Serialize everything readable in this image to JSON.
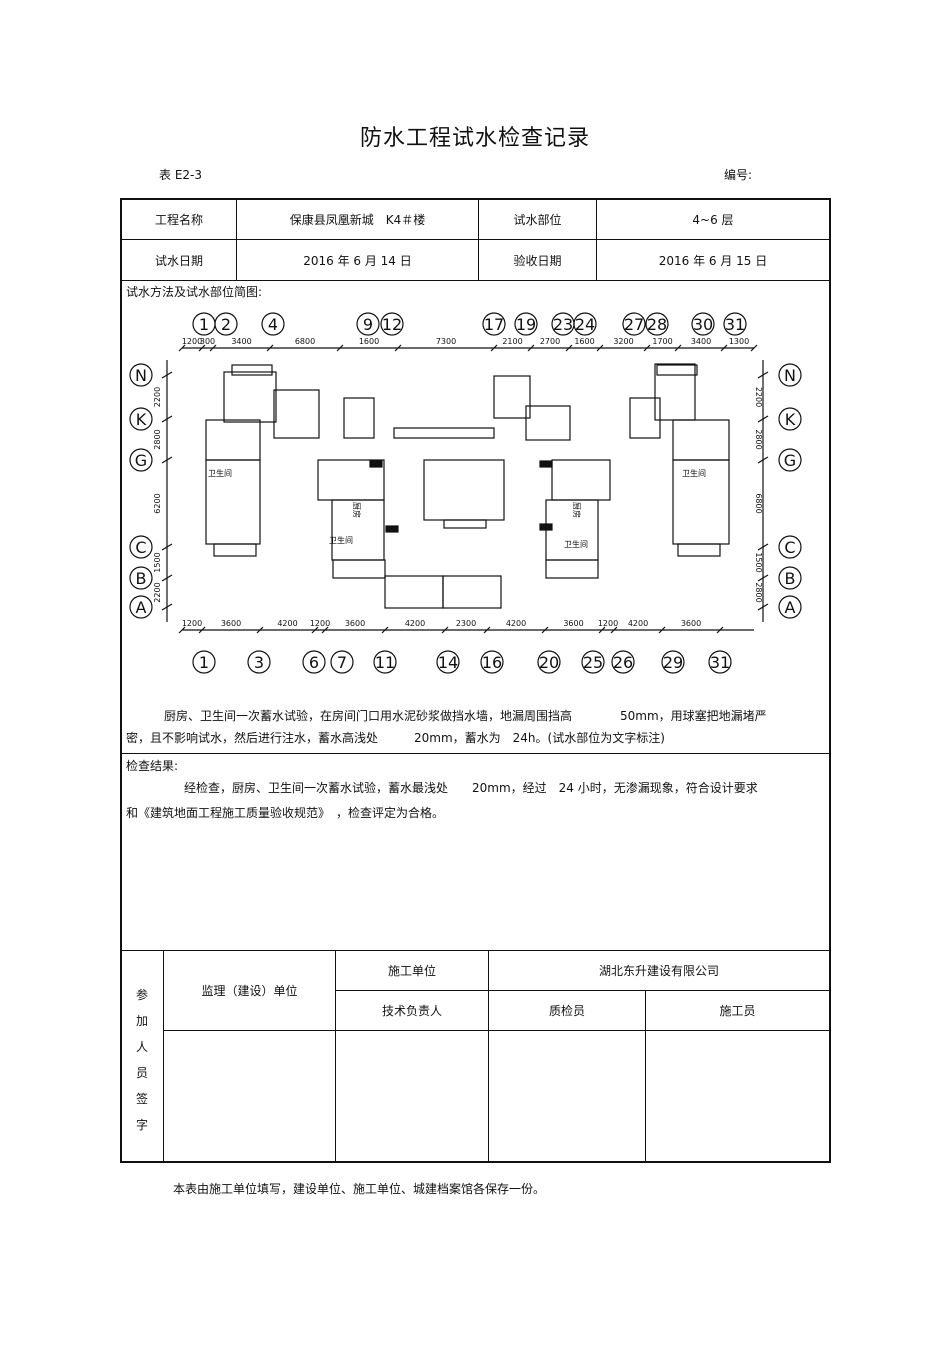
{
  "title": "防水工程试水检查记录",
  "form_no": "表 E2-3",
  "serial_label": "编号:",
  "rows": {
    "project_label": "工程名称",
    "project_value": "保康县凤凰新城　K4＃楼",
    "part_label": "试水部位",
    "part_value": "4~6 层",
    "test_date_label": "试水日期",
    "test_date_value": "2016 年 6 月 14 日",
    "accept_date_label": "验收日期",
    "accept_date_value": "2016 年 6 月 15 日"
  },
  "method": {
    "label": "试水方法及试水部位简图:",
    "text_line1": "厨房、卫生间一次蓄水试验，在房间门口用水泥砂浆做挡水墙，地漏周围挡高　　　　50mm，用球塞把地漏堵严",
    "text_line2": "密，且不影响试水，然后进行注水，蓄水高浅处　　　20mm，蓄水为　24h。(试水部位为文字标注)"
  },
  "drawing": {
    "top_axes": [
      "1",
      "2",
      "4",
      "9",
      "12",
      "17",
      "19",
      "23",
      "24",
      "27",
      "28",
      "30",
      "31"
    ],
    "top_dims": [
      "1200",
      "300",
      "3400",
      "6800",
      "1600",
      "7300",
      "2100",
      "2700",
      "1600",
      "3200",
      "1700",
      "3400",
      "1300"
    ],
    "bottom_axes": [
      "1",
      "3",
      "6",
      "7",
      "11",
      "14",
      "16",
      "20",
      "25",
      "26",
      "29",
      "31"
    ],
    "bottom_dims": [
      "1200",
      "3600",
      "4200",
      "1200",
      "3600",
      "4200",
      "2300",
      "4200",
      "3600",
      "1200",
      "4200",
      "3600"
    ],
    "left_axes": [
      "N",
      "K",
      "G",
      "C",
      "B",
      "A"
    ],
    "left_dims": [
      "2200",
      "2800",
      "6200",
      "1500",
      "2200"
    ],
    "right_dims": [
      "2200",
      "2800",
      "6800",
      "1500",
      "2800"
    ],
    "room_kitchen": "厨房",
    "room_bath": "卫生间"
  },
  "result": {
    "label": "检查结果:",
    "text_line1": "经检查，厨房、卫生间一次蓄水试验，蓄水最浅处　　20mm，经过　24 小时，无渗漏现象，符合设计要求",
    "text_line2": "和《建筑地面工程施工质量验收规范》　，检查评定为合格。"
  },
  "signature": {
    "vertical_label": [
      "参",
      "加",
      "人",
      "员",
      "签",
      "字"
    ],
    "supervisor": "监理（建设）单位",
    "contractor_label": "施工单位",
    "contractor_name": "湖北东升建设有限公司",
    "tech_lead": "技术负责人",
    "qc": "质检员",
    "builder": "施工员"
  },
  "footnote": "本表由施工单位填写，建设单位、施工单位、城建档案馆各保存一份。"
}
